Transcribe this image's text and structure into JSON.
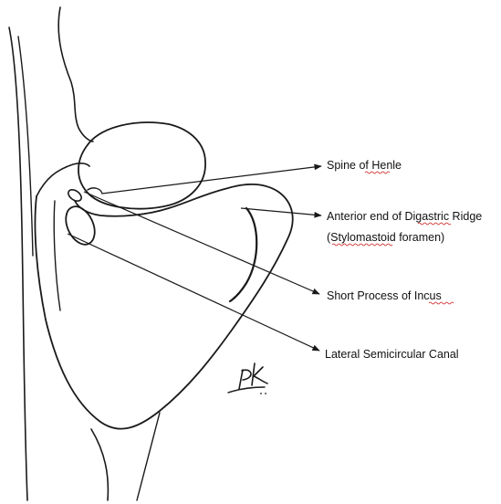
{
  "labels": {
    "spine_of_henle": "Spine of Henle",
    "digastric_line1": "Anterior end of Digastric Ridge",
    "digastric_line2": "(Stylomastoid foramen)",
    "short_process": "Short Process of Incus",
    "lateral_canal": "Lateral Semicircular Canal"
  },
  "signature": "PK",
  "colors": {
    "ink": "#1a1a1a",
    "spellcheck_underline": "#d02020",
    "background": "#ffffff"
  }
}
